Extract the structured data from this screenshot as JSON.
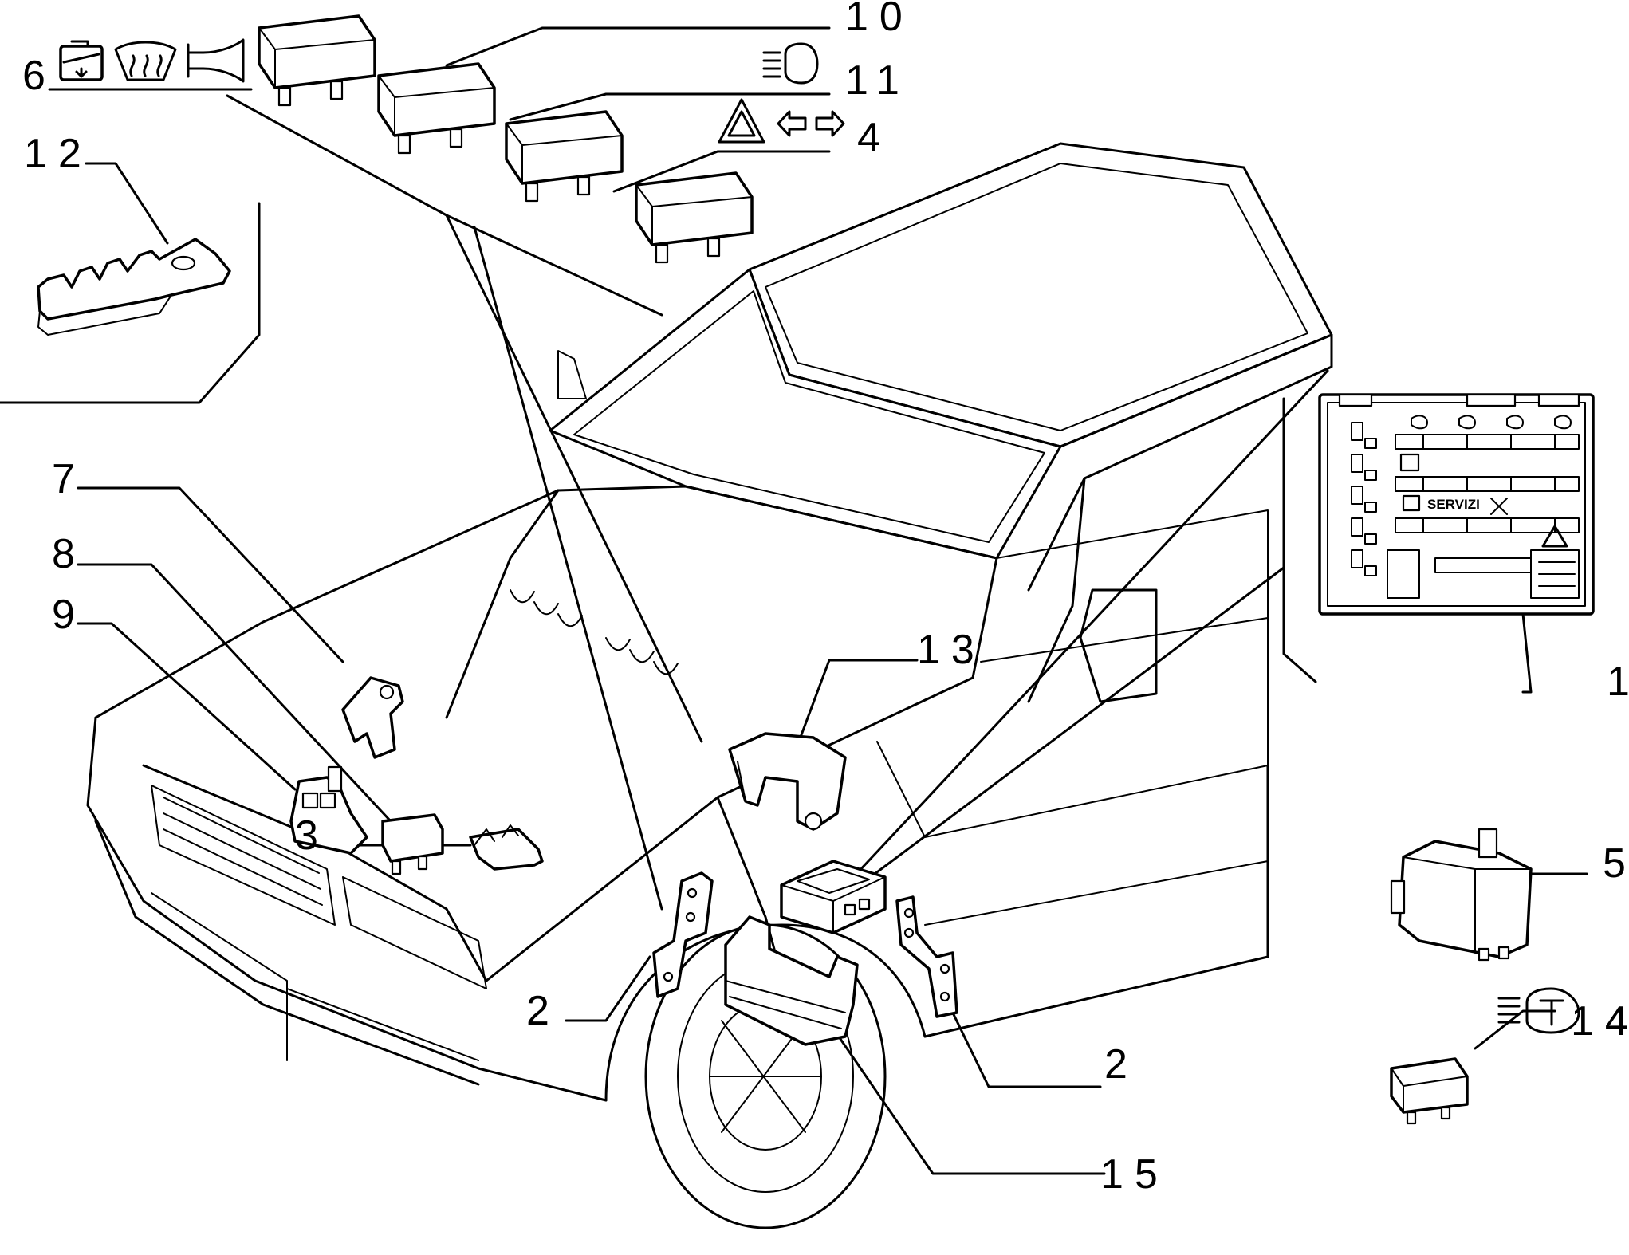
{
  "callouts": {
    "c1": "1",
    "c2a": "2",
    "c2b": "2",
    "c3": "3",
    "c4": "4",
    "c5": "5",
    "c6": "6",
    "c7": "7",
    "c8": "8",
    "c9": "9",
    "c10": "10",
    "c11": "11",
    "c12": "12",
    "c13": "13",
    "c14": "14",
    "c15": "15"
  },
  "fusebox_label": "SERVIZI",
  "icons": [
    "window-lift-icon",
    "rear-defrost-icon",
    "horn-icon",
    "high-beam-icon",
    "hazard-warning-icon",
    "turn-signal-arrows-icon",
    "fog-light-icon"
  ]
}
